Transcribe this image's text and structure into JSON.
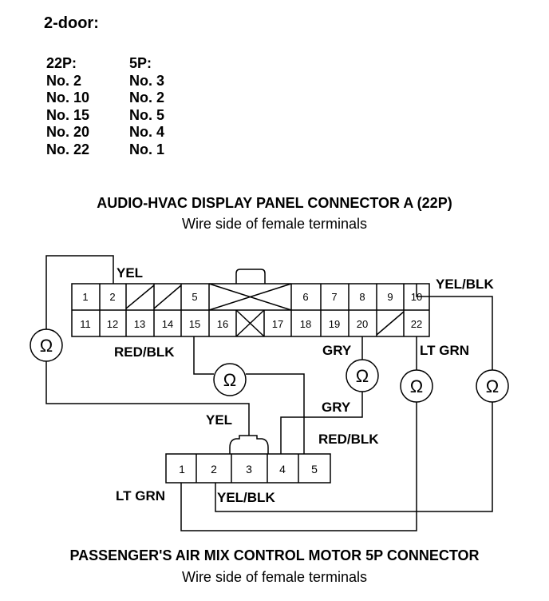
{
  "header": {
    "title": "2-door:"
  },
  "pin_map": {
    "col22": {
      "header": "22P:",
      "items": [
        "No. 2",
        "No. 10",
        "No. 15",
        "No. 20",
        "No. 22"
      ]
    },
    "col5": {
      "header": "5P:",
      "items": [
        "No. 3",
        "No. 2",
        "No. 5",
        "No. 4",
        "No. 1"
      ]
    }
  },
  "connector_a": {
    "title": "AUDIO-HVAC DISPLAY PANEL CONNECTOR A (22P)",
    "subtitle": "Wire side of female terminals",
    "top_pins": [
      "1",
      "2",
      "5",
      "6",
      "7",
      "8",
      "9",
      "10"
    ],
    "bottom_pins": [
      "11",
      "12",
      "13",
      "14",
      "15",
      "16",
      "17",
      "18",
      "19",
      "20",
      "22"
    ]
  },
  "connector_5p": {
    "title": "PASSENGER'S AIR MIX CONTROL MOTOR 5P CONNECTOR",
    "subtitle": "Wire side of female terminals",
    "pins": [
      "1",
      "2",
      "3",
      "4",
      "5"
    ]
  },
  "wire_labels": {
    "yel_top": "YEL",
    "yel_blk_top": "YEL/BLK",
    "red_blk_top": "RED/BLK",
    "gry_top": "GRY",
    "lt_grn_top": "LT GRN",
    "yel_bottom": "YEL",
    "gry_bottom": "GRY",
    "red_blk_bottom": "RED/BLK",
    "lt_grn_bottom": "LT GRN",
    "yel_blk_bottom": "YEL/BLK"
  },
  "meter_symbol": "Ω"
}
